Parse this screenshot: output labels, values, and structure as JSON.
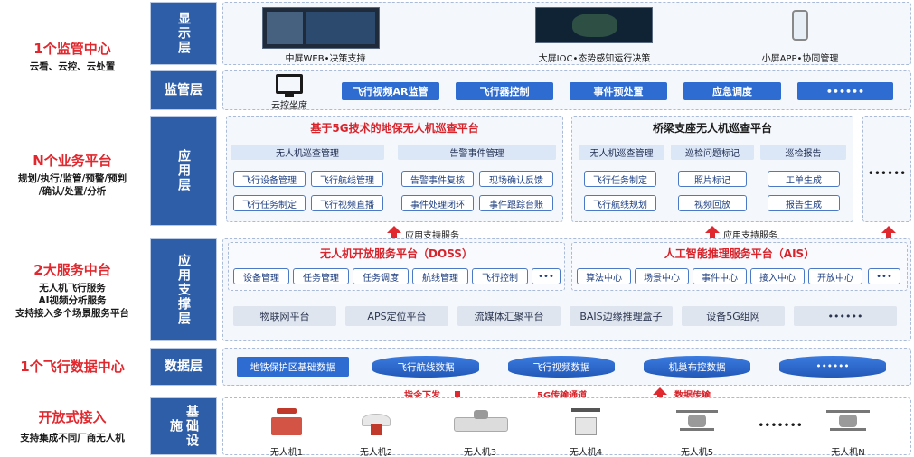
{
  "left": [
    {
      "title": "1个监管中心",
      "desc": [
        "云看、云控、云处置"
      ]
    },
    {
      "title": "N个业务平台",
      "desc": [
        "规划/执行/监管/预警/预判",
        "/确认/处置/分析"
      ]
    },
    {
      "title": "2大服务中台",
      "desc": [
        "无人机飞行服务",
        "AI视频分析服务",
        "支持接入多个场景服务平台"
      ]
    },
    {
      "title": "1个飞行数据中心",
      "desc": []
    },
    {
      "title": "开放式接入",
      "desc": [
        "支持集成不同厂商无人机"
      ]
    }
  ],
  "layers": {
    "display": "显示层",
    "supervise": "监管层",
    "app": "应用层",
    "support": "应用支撑层",
    "data": "数据层",
    "infra": "基础设施"
  },
  "display": {
    "items": [
      "中屏WEB•决策支持",
      "大屏IOC•态势感知运行决策",
      "小屏APP•协同管理"
    ]
  },
  "supervise": {
    "seat": "云控坐席",
    "buttons": [
      "飞行视频AR监管",
      "飞行器控制",
      "事件预处置",
      "应急调度",
      "••••••"
    ]
  },
  "app": {
    "platform1": {
      "title": "基于5G技术的地保无人机巡查平台",
      "groups": [
        {
          "head": "无人机巡查管理",
          "items": [
            "飞行设备管理",
            "飞行航线管理",
            "飞行任务制定",
            "飞行视频直播"
          ]
        },
        {
          "head": "告警事件管理",
          "items": [
            "告警事件复核",
            "现场确认反馈",
            "事件处理闭环",
            "事件跟踪台账"
          ]
        }
      ]
    },
    "platform2": {
      "title": "桥梁支座无人机巡查平台",
      "groups": [
        {
          "head": "无人机巡查管理",
          "items": [
            "飞行任务制定",
            "飞行航线规划"
          ]
        },
        {
          "head": "巡检问题标记",
          "items": [
            "照片标记",
            "视频回放"
          ]
        },
        {
          "head": "巡检报告",
          "items": [
            "工单生成",
            "报告生成"
          ]
        }
      ]
    },
    "more": "••••••",
    "service_label": "应用支持服务"
  },
  "support": {
    "doss": {
      "title": "无人机开放服务平台（DOSS）",
      "items": [
        "设备管理",
        "任务管理",
        "任务调度",
        "航线管理",
        "飞行控制",
        "•••"
      ]
    },
    "ais": {
      "title": "人工智能推理服务平台（AIS）",
      "items": [
        "算法中心",
        "场景中心",
        "事件中心",
        "接入中心",
        "开放中心",
        "•••"
      ]
    },
    "base": [
      "物联网平台",
      "APS定位平台",
      "流媒体汇聚平台",
      "BAIS边缘推理盒子",
      "设备5G组网",
      "••••••"
    ]
  },
  "data": {
    "items": [
      "地铁保护区基础数据",
      "飞行航线数据",
      "飞行视频数据",
      "机巢布控数据",
      "••••••"
    ]
  },
  "flow": {
    "down": "指令下发",
    "channel": "5G传输通道",
    "up": "数据传输"
  },
  "infra": {
    "drones": [
      "无人机1",
      "无人机2",
      "无人机3",
      "无人机4",
      "无人机5",
      "无人机N"
    ],
    "ellipsis": "•••••••"
  },
  "colors": {
    "accent_red": "#e0282e",
    "layer_blue": "#2e5ea8",
    "button_blue": "#2e6cd1"
  }
}
